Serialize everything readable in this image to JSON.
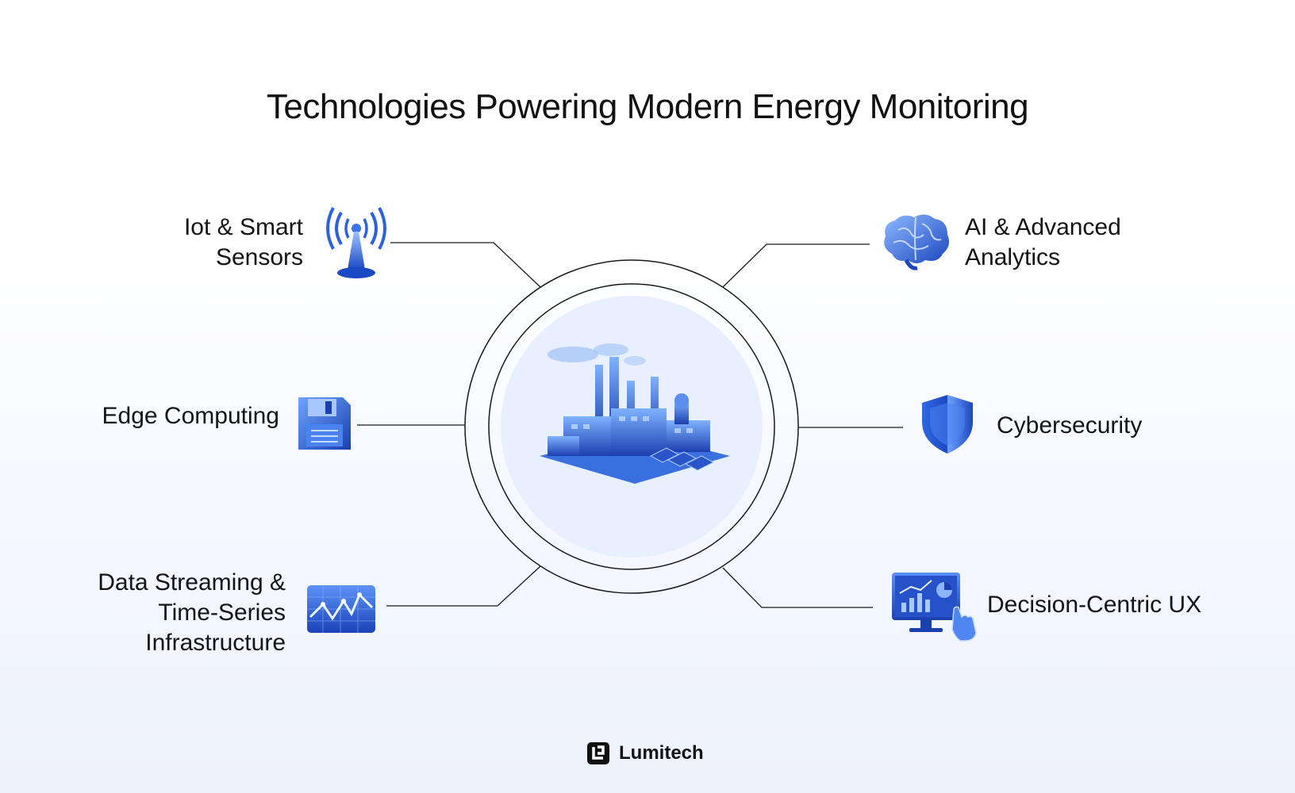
{
  "title": "Technologies Powering Modern Energy Monitoring",
  "center": {
    "icon": "factory-icon"
  },
  "technologies": [
    {
      "label": "Iot & Smart\nSensors",
      "icon": "antenna-signal-icon"
    },
    {
      "label": "Edge Computing",
      "icon": "floppy-disk-icon"
    },
    {
      "label": "Data Streaming &\nTime-Series\nInfrastructure",
      "icon": "line-chart-monitor-icon"
    },
    {
      "label": "AI & Advanced\nAnalytics",
      "icon": "brain-icon"
    },
    {
      "label": "Cybersecurity",
      "icon": "shield-icon"
    },
    {
      "label": "Decision-Centric UX",
      "icon": "dashboard-touch-icon"
    }
  ],
  "brand": {
    "name": "Lumitech",
    "icon": "lumitech-logo-icon"
  },
  "colors": {
    "accent": "#1f5ad6",
    "accent_light": "#6aa6ff",
    "line": "#1a1a1a",
    "circle_fill": "#e8f0ff"
  }
}
